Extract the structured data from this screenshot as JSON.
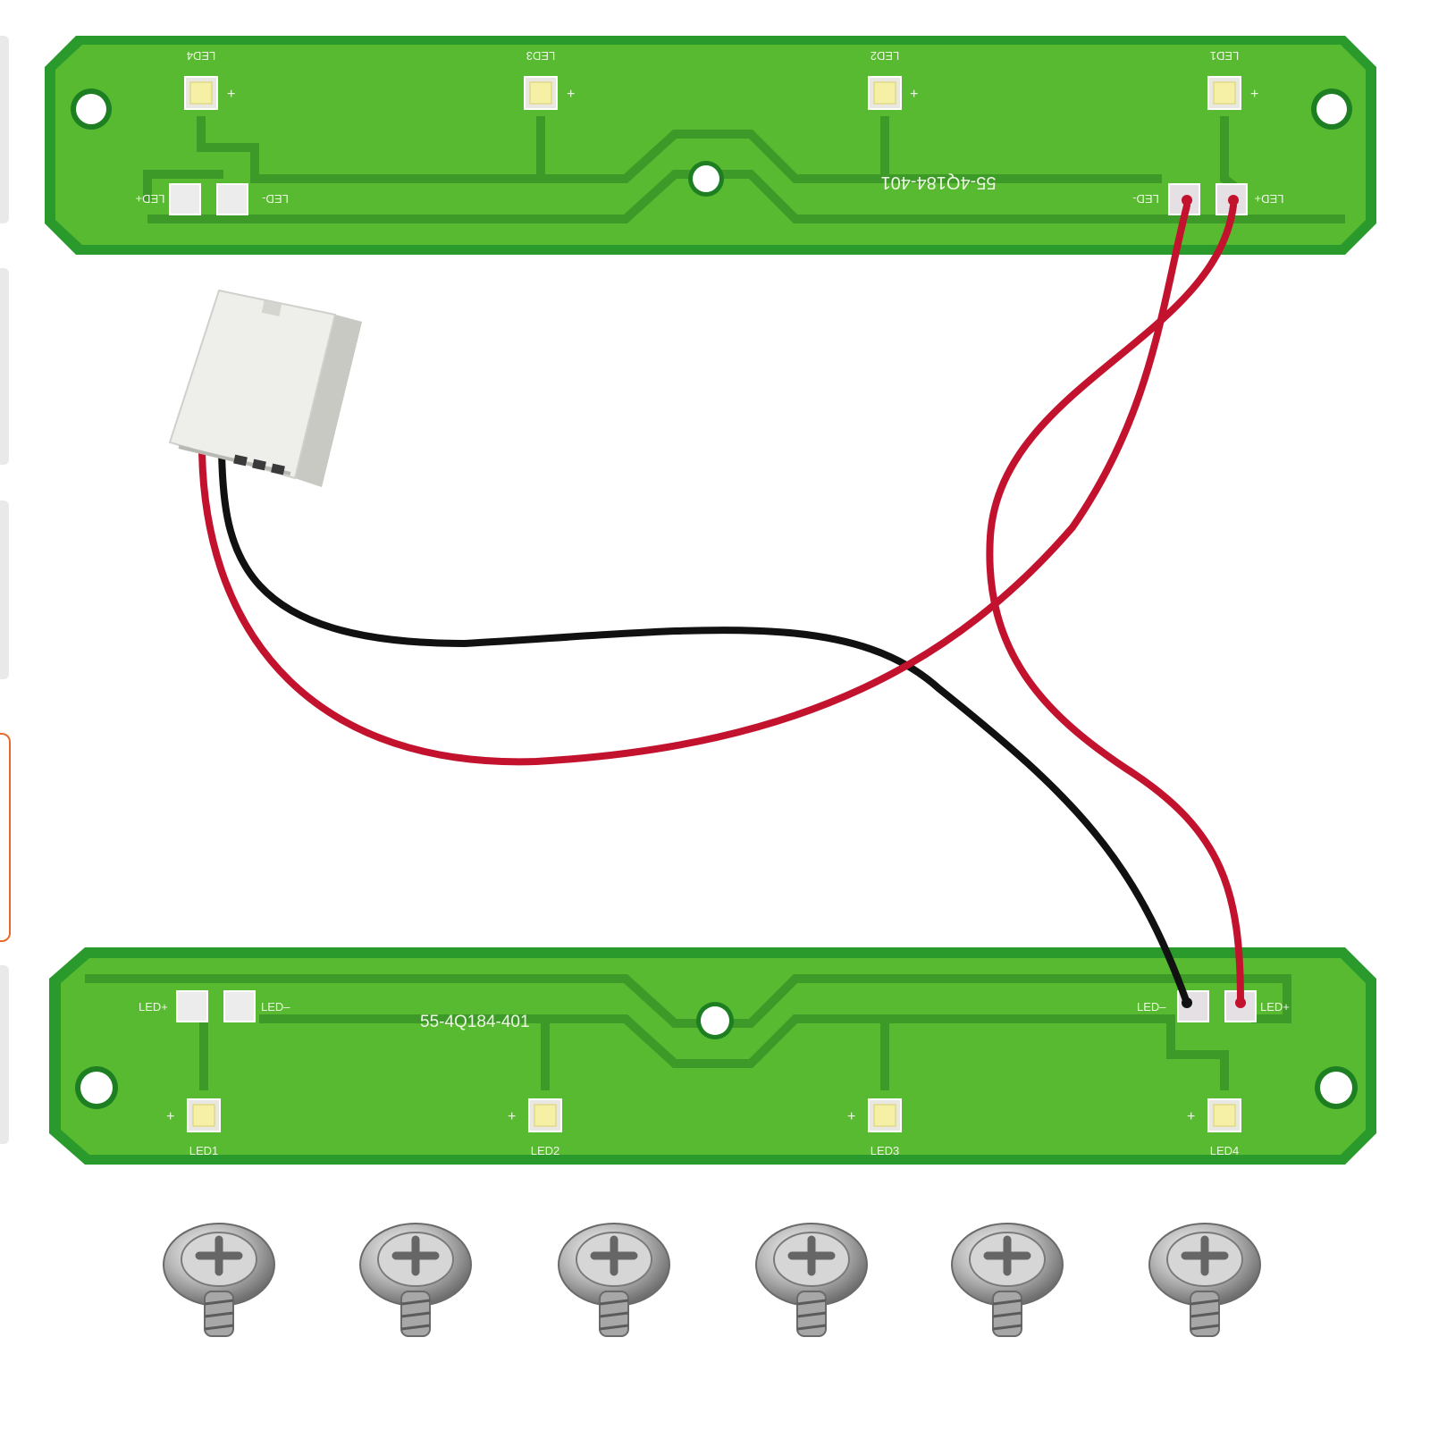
{
  "colors": {
    "pcb_green": "#52b52f",
    "pcb_edge": "#1f8b27",
    "trace": "#3e9a28",
    "wire_red": "#c3122e",
    "wire_black": "#111111",
    "led_yellow": "#f6f0a6"
  },
  "top_board": {
    "part_number": "55-4Q184-401",
    "led_labels": [
      "LED4",
      "LED3",
      "LED2",
      "LED1"
    ],
    "pad_left_plus": "LED+",
    "pad_left_minus": "LED-",
    "pad_right_minus": "LED-",
    "pad_right_plus": "LED+"
  },
  "bottom_board": {
    "part_number": "55-4Q184-401",
    "led_labels": [
      "LED1",
      "LED2",
      "LED3",
      "LED4"
    ],
    "pad_left_plus": "LED+",
    "pad_left_minus": "LED–",
    "pad_right_minus": "LED–",
    "pad_right_plus": "LED+"
  },
  "screws": {
    "count": 6
  }
}
